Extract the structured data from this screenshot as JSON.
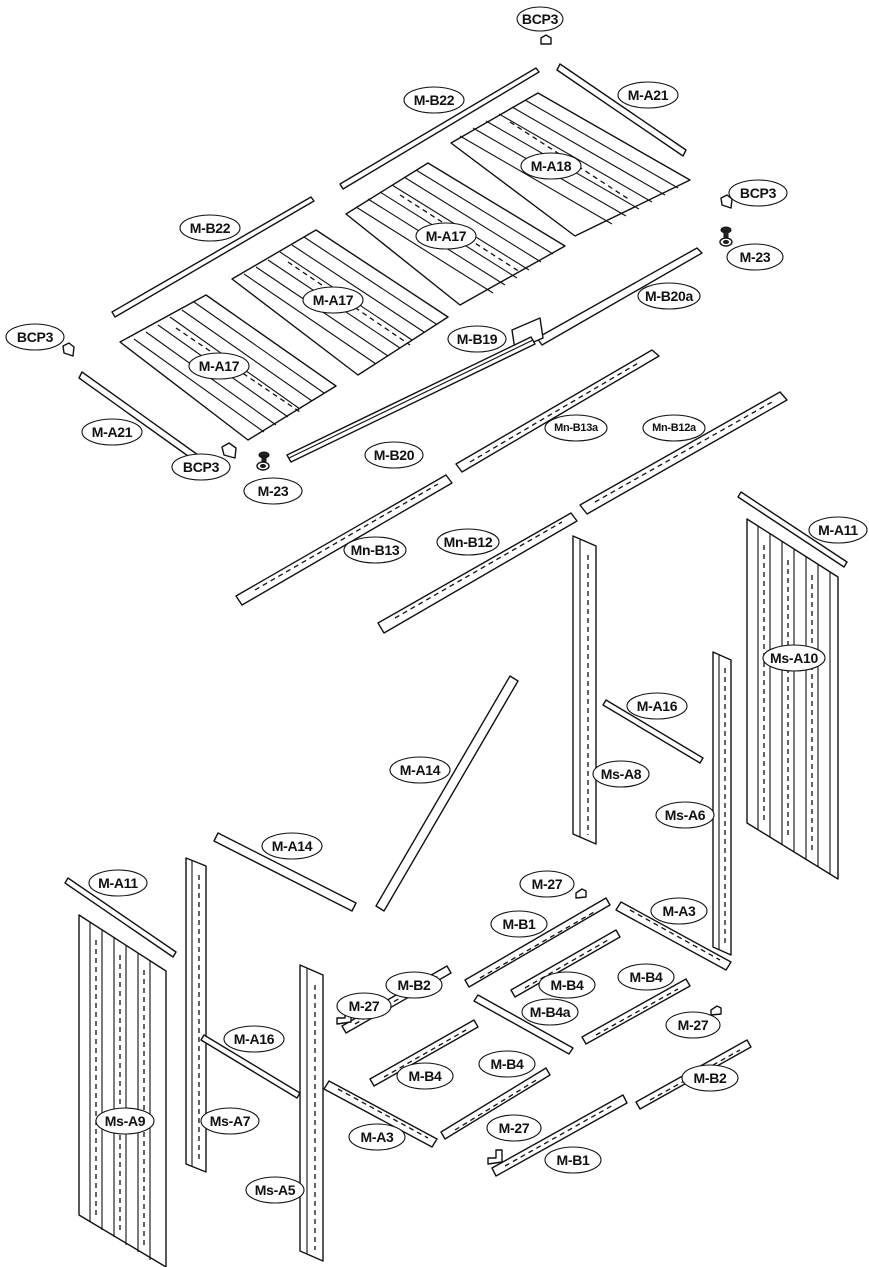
{
  "labels": {
    "bcp3_top": "BCP3",
    "ma21_top": "M-A21",
    "mb22_top": "M-B22",
    "ma18": "M-A18",
    "bcp3_right": "BCP3",
    "m23_right": "M-23",
    "mb22_mid": "M-B22",
    "ma17_a": "M-A17",
    "ma17_b": "M-A17",
    "ma17_c": "M-A17",
    "mb20a": "M-B20a",
    "mb19": "M-B19",
    "bcp3_left": "BCP3",
    "mnb13a": "Mn-B13a",
    "mnb12a": "Mn-B12a",
    "ma21_left": "M-A21",
    "mb20": "M-B20",
    "bcp3_bottom": "BCP3",
    "m23_left": "M-23",
    "mnb13": "Mn-B13",
    "mnb12": "Mn-B12",
    "ma11_right": "M-A11",
    "msa10": "Ms-A10",
    "ma16_right": "M-A16",
    "ma14_upper": "M-A14",
    "msa8": "Ms-A8",
    "msa6": "Ms-A6",
    "ma14_lower": "M-A14",
    "ma11_left": "M-A11",
    "m27_top": "M-27",
    "mb1_upper": "M-B1",
    "ma3_right": "M-A3",
    "mb2_upper": "M-B2",
    "m27_left": "M-27",
    "mb4_center": "M-B4",
    "mb4_right": "M-B4",
    "mb4a": "M-B4a",
    "ma16_left": "M-A16",
    "m27_right": "M-27",
    "mb4_left": "M-B4",
    "mb4_lower": "M-B4",
    "mb2_lower": "M-B2",
    "msa9": "Ms-A9",
    "msa7": "Ms-A7",
    "ma3_left": "M-A3",
    "m27_bottom": "M-27",
    "mb1_lower": "M-B1",
    "msa5": "Ms-A5"
  }
}
